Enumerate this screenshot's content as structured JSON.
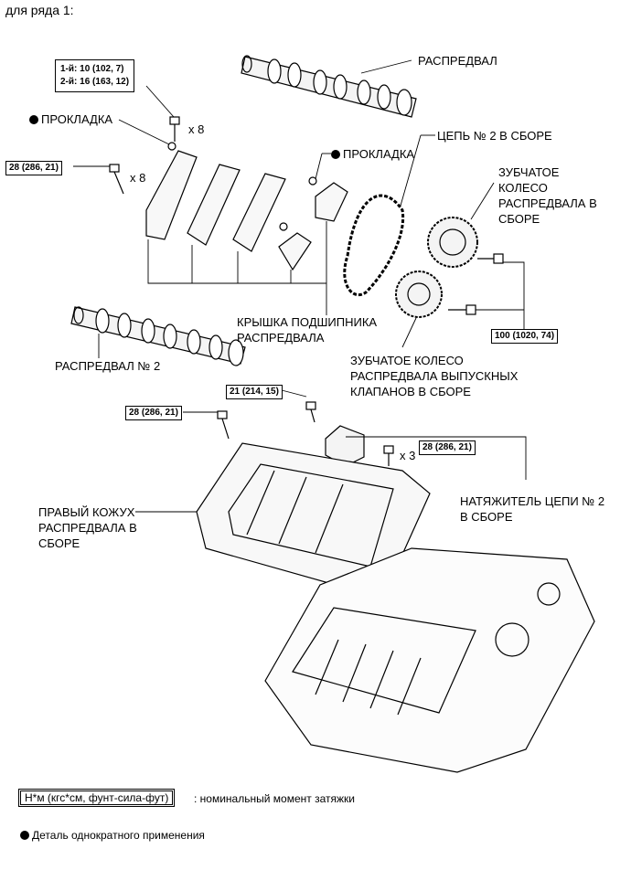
{
  "header": "для ряда 1:",
  "labels": {
    "camshaft": "РАСПРЕДВАЛ",
    "gasket1": "ПРОКЛАДКА",
    "gasket2": "ПРОКЛАДКА",
    "chain2": "ЦЕПЬ № 2 В СБОРЕ",
    "sprocket": [
      "ЗУБЧАТОЕ",
      "КОЛЕСО",
      "РАСПРЕДВАЛА В",
      "СБОРЕ"
    ],
    "bearing_cap": [
      "КРЫШКА ПОДШИПНИКА",
      "РАСПРЕДВАЛА"
    ],
    "camshaft2": "РАСПРЕДВАЛ № 2",
    "exhaust_sprocket": [
      "ЗУБЧАТОЕ КОЛЕСО",
      "РАСПРЕДВАЛА ВЫПУСКНЫХ",
      "КЛАПАНОВ В СБОРЕ"
    ],
    "cover": [
      "ПРАВЫЙ КОЖУХ",
      "РАСПРЕДВАЛА В",
      "СБОРЕ"
    ],
    "tensioner": [
      "НАТЯЖИТЕЛЬ ЦЕПИ № 2",
      "В СБОРЕ"
    ]
  },
  "torques": {
    "cap_1": "1-й: 10 (102, 7)",
    "cap_2": "2-й: 16 (163, 12)",
    "left_bolt": "28 (286, 21)",
    "sprocket_bolt": "100 (1020, 74)",
    "tensioner_top": "21 (214, 15)",
    "cover_bolt": "28 (286, 21)",
    "tensioner_bolt": "28 (286, 21)"
  },
  "counts": {
    "x8_top": "x 8",
    "x8_left": "x 8",
    "x3": "x 3"
  },
  "legend": {
    "unit_box": "Н*м (кгс*см, фунт-сила-фут)",
    "unit_text": ": номинальный момент затяжки",
    "single_use": "Деталь однократного применения"
  }
}
